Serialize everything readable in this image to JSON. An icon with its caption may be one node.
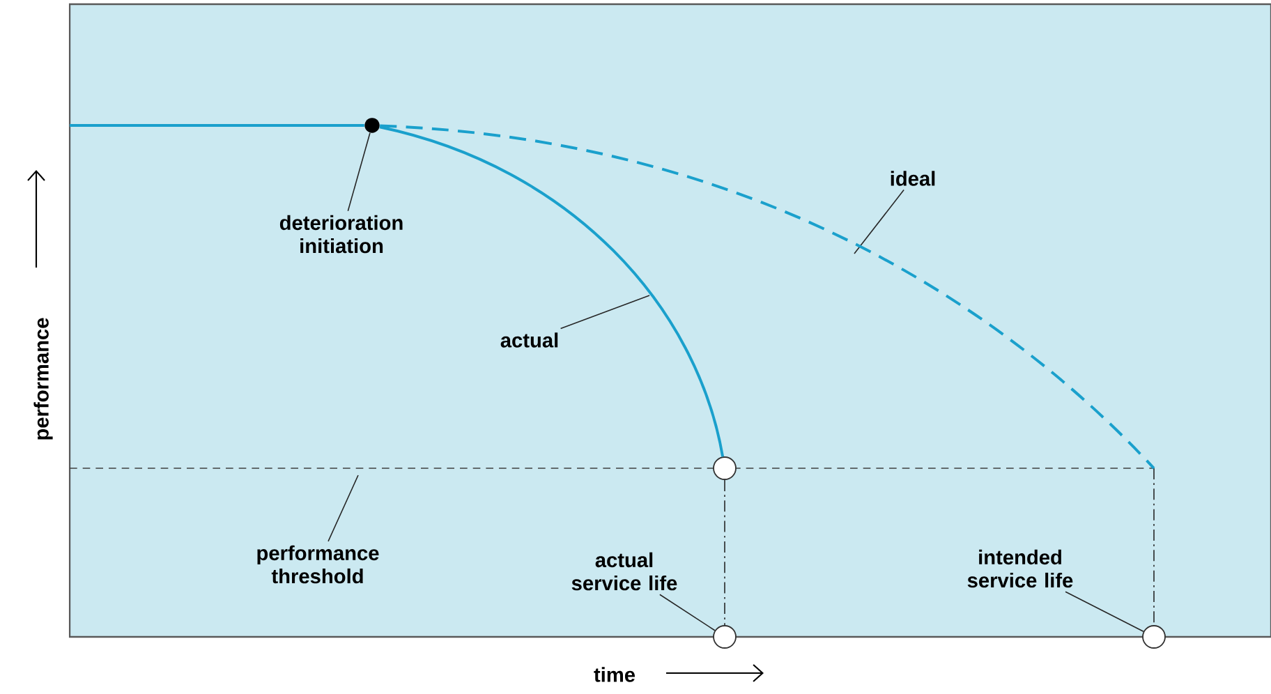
{
  "diagram": {
    "nodes": [
      {
        "text": [
          "deterioration initiation"
        ]
      },
      {
        "text": [],
        "shape": "circle"
      },
      {
        "text": [
          "ideal"
        ]
      },
      {
        "text": [
          "actual"
        ]
      },
      {
        "text": [],
        "shape": "circle"
      },
      {
        "text": [
          "performance threshold"
        ]
      },
      {
        "text": [
          "actual service life"
        ]
      },
      {
        "text": [],
        "shape": "circle"
      },
      {
        "text": [
          "intended service life"
        ]
      },
      {
        "text": [],
        "shape": "circle"
      }
    ],
    "edges": [
      {
        "from": 0,
        "to": 1,
        "arrow": "none"
      },
      {
        "from": 2,
        "to": null,
        "arrow": "none"
      },
      {
        "from": 3,
        "to": null,
        "arrow": "none"
      },
      {
        "from": 5,
        "to": null,
        "arrow": "none"
      },
      {
        "from": 6,
        "to": 7,
        "arrow": "none"
      },
      {
        "from": 8,
        "to": 9,
        "arrow": "none"
      },
      {
        "from": 4,
        "to": 7,
        "arrow": "none",
        "style": "dashed"
      },
      {
        "from": null,
        "to": 9,
        "arrow": "none",
        "style": "dashed"
      },
      {
        "from": null,
        "to": 1,
        "arrow": "none",
        "color": "#1aa0cc"
      },
      {
        "from": 1,
        "to": 4,
        "arrow": "none",
        "color": "#1aa0cc"
      },
      {
        "from": 1,
        "to": null,
        "arrow": "none",
        "style": "dashed",
        "color": "#1aa0cc"
      }
    ],
    "labels": [
      "performance",
      "time"
    ]
  }
}
